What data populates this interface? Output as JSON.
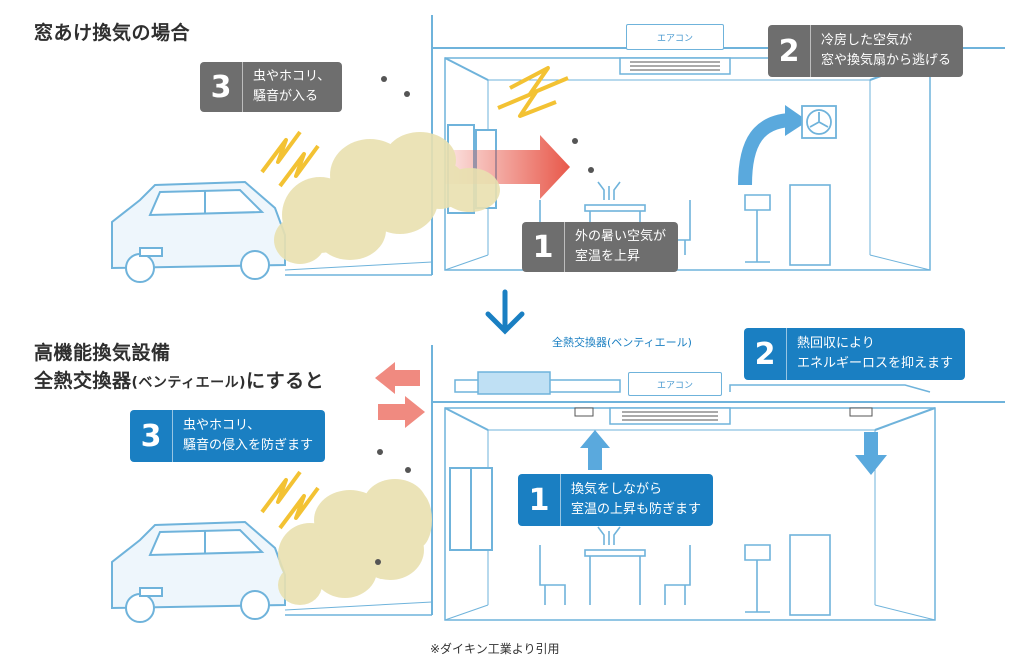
{
  "top": {
    "title": "窓あけ換気の場合",
    "aircon_label": "エアコン",
    "badges": [
      {
        "num": "3",
        "line1": "虫やホコリ、",
        "line2": "騒音が入る"
      },
      {
        "num": "2",
        "line1": "冷房した空気が",
        "line2": "窓や換気扇から逃げる"
      },
      {
        "num": "1",
        "line1": "外の暑い空気が",
        "line2": "室温を上昇"
      }
    ]
  },
  "bottom": {
    "title_line1": "高機能換気設備",
    "title_line2_main": "全熱交換器",
    "title_line2_paren": "(ベンティエール)",
    "title_line2_tail": "にすると",
    "vent_label": "全熱交換器(ベンティエール)",
    "aircon_label": "エアコン",
    "badges": [
      {
        "num": "2",
        "line1": "熱回収により",
        "line2": "エネルギーロスを抑えます"
      },
      {
        "num": "3",
        "line1": "虫やホコリ、",
        "line2": "騒音の侵入を防ぎます"
      },
      {
        "num": "1",
        "line1": "換気をしながら",
        "line2": "室温の上昇も防ぎます"
      }
    ]
  },
  "credit": "※ダイキン工業より引用",
  "colors": {
    "blue": "#1a7fc2",
    "gray": "#6e6e6e",
    "line_blue": "#6fb3db",
    "red_arrow": "#e8584a",
    "pink_arrow": "#f08a80",
    "dust": "#e9e1b0",
    "lightning": "#f3c233",
    "light_blue_arrow": "#5aa9dd"
  }
}
